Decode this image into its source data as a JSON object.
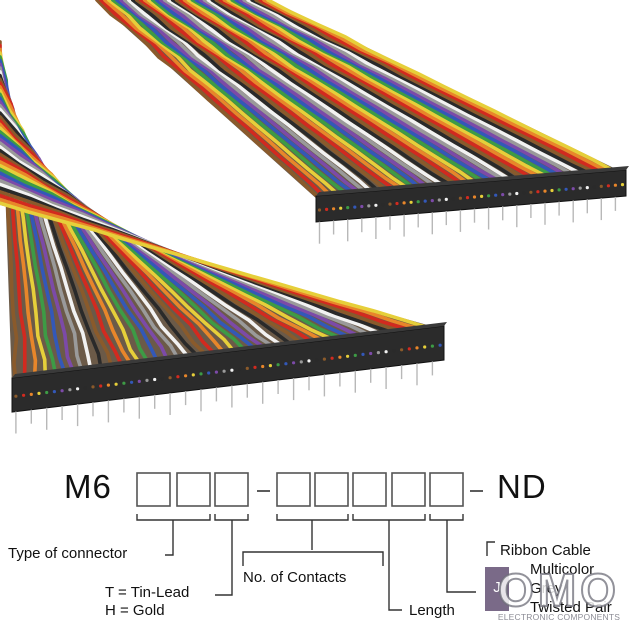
{
  "part_number": {
    "prefix": "M6",
    "suffix": "ND"
  },
  "labels": {
    "type_of_connector": "Type of connector",
    "tin_lead": "T = Tin-Lead",
    "gold": "H = Gold",
    "no_of_contacts": "No. of Contacts",
    "length": "Length",
    "ribbon_cable": "Ribbon Cable",
    "multicolor": "Multicolor",
    "grey": "Grey",
    "twisted_pair": "Twisted Pair",
    "code_j": "J"
  },
  "watermark": {
    "logo": "OMO",
    "subtitle": "ELECTRONIC COMPONENTS"
  },
  "wire_colors": [
    "#8a5a2b",
    "#d22a1f",
    "#e8862a",
    "#e6cf3a",
    "#3d9b45",
    "#3358b8",
    "#7c4aa8",
    "#9a9a9a",
    "#f2f2f2",
    "#2a2a2a"
  ],
  "colors": {
    "connector": "#2b2b2b",
    "pin": "#b8b8b8",
    "text": "#111111"
  }
}
